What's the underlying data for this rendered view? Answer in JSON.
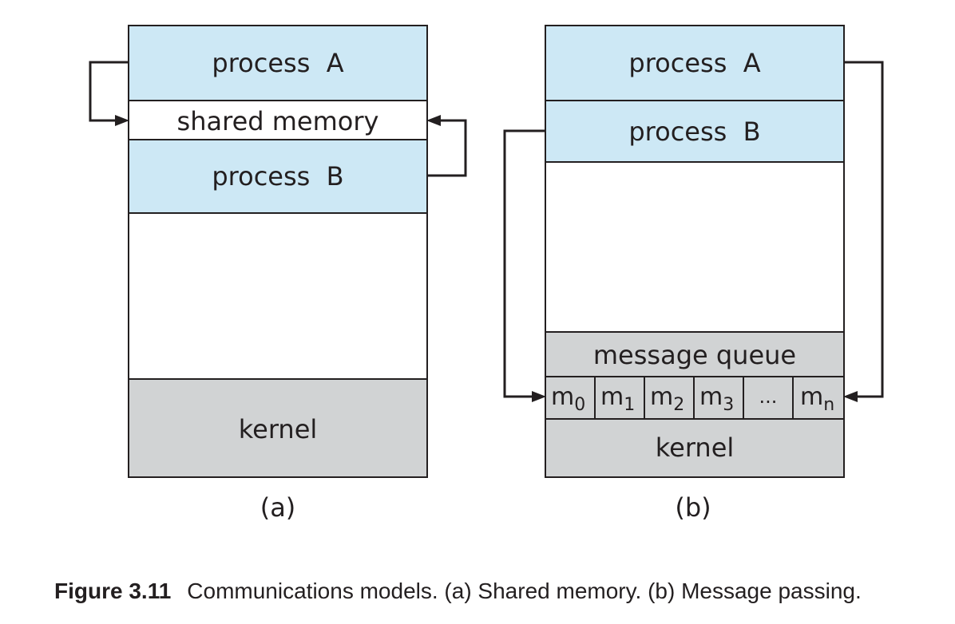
{
  "diagram_a": {
    "process_a": "process  A",
    "shared_memory": "shared memory",
    "process_b": "process  B",
    "kernel": "kernel",
    "caption": "(a)"
  },
  "diagram_b": {
    "process_a": "process  A",
    "process_b": "process  B",
    "message_queue": "message queue",
    "kernel": "kernel",
    "caption": "(b)",
    "queue_cells": [
      {
        "base": "m",
        "sub": "0"
      },
      {
        "base": "m",
        "sub": "1"
      },
      {
        "base": "m",
        "sub": "2"
      },
      {
        "base": "m",
        "sub": "3"
      },
      {
        "base": "...",
        "sub": ""
      },
      {
        "base": "m",
        "sub": "n"
      }
    ]
  },
  "figure_caption": {
    "number": "Figure 3.11",
    "text": "Communications models. (a) Shared memory. (b) Message passing."
  },
  "colors": {
    "process_fill": "#cde8f5",
    "kernel_fill": "#d1d3d4",
    "stroke": "#231f20"
  }
}
